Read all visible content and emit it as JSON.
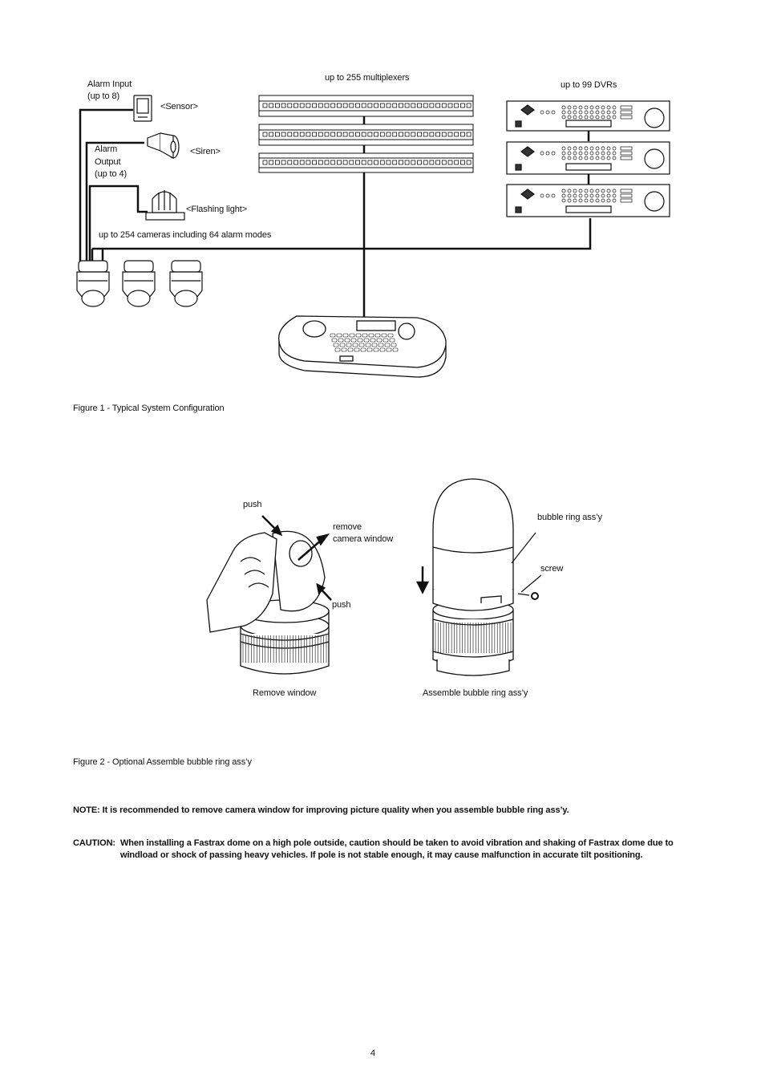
{
  "figure1": {
    "alarm_input": "Alarm Input",
    "alarm_input_count": "(up to 8)",
    "sensor": "<Sensor>",
    "alarm_output": "Alarm",
    "alarm_output_2": "Output",
    "alarm_output_count": "(up to 4)",
    "siren": "<Siren>",
    "flashing_light": "<Flashing light>",
    "multiplexers": "up to 255 multiplexers",
    "dvrs": "up to 99 DVRs",
    "cameras": "up to 254 cameras including 64 alarm modes",
    "caption": "Figure 1 - Typical System Configuration"
  },
  "figure2": {
    "push_top": "push",
    "remove": "remove",
    "camera_window": "camera window",
    "push_bottom": "push",
    "bubble_ring": "bubble ring ass’y",
    "screw": "screw",
    "remove_window": "Remove window",
    "assemble": "Assemble bubble ring ass’y",
    "caption": "Figure 2 - Optional Assemble bubble ring ass’y"
  },
  "note": "NOTE: It is recommended to remove camera window for improving picture quality when you assemble bubble ring ass’y.",
  "caution": {
    "label": "CAUTION:",
    "text": "When installing a Fastrax dome on a high pole outside, caution should be taken to avoid vibration and shaking of Fastrax dome due to windload or shock of passing heavy vehicles. If pole is not stable enough, it may cause malfunction in accurate tilt positioning."
  },
  "page_number": "4"
}
